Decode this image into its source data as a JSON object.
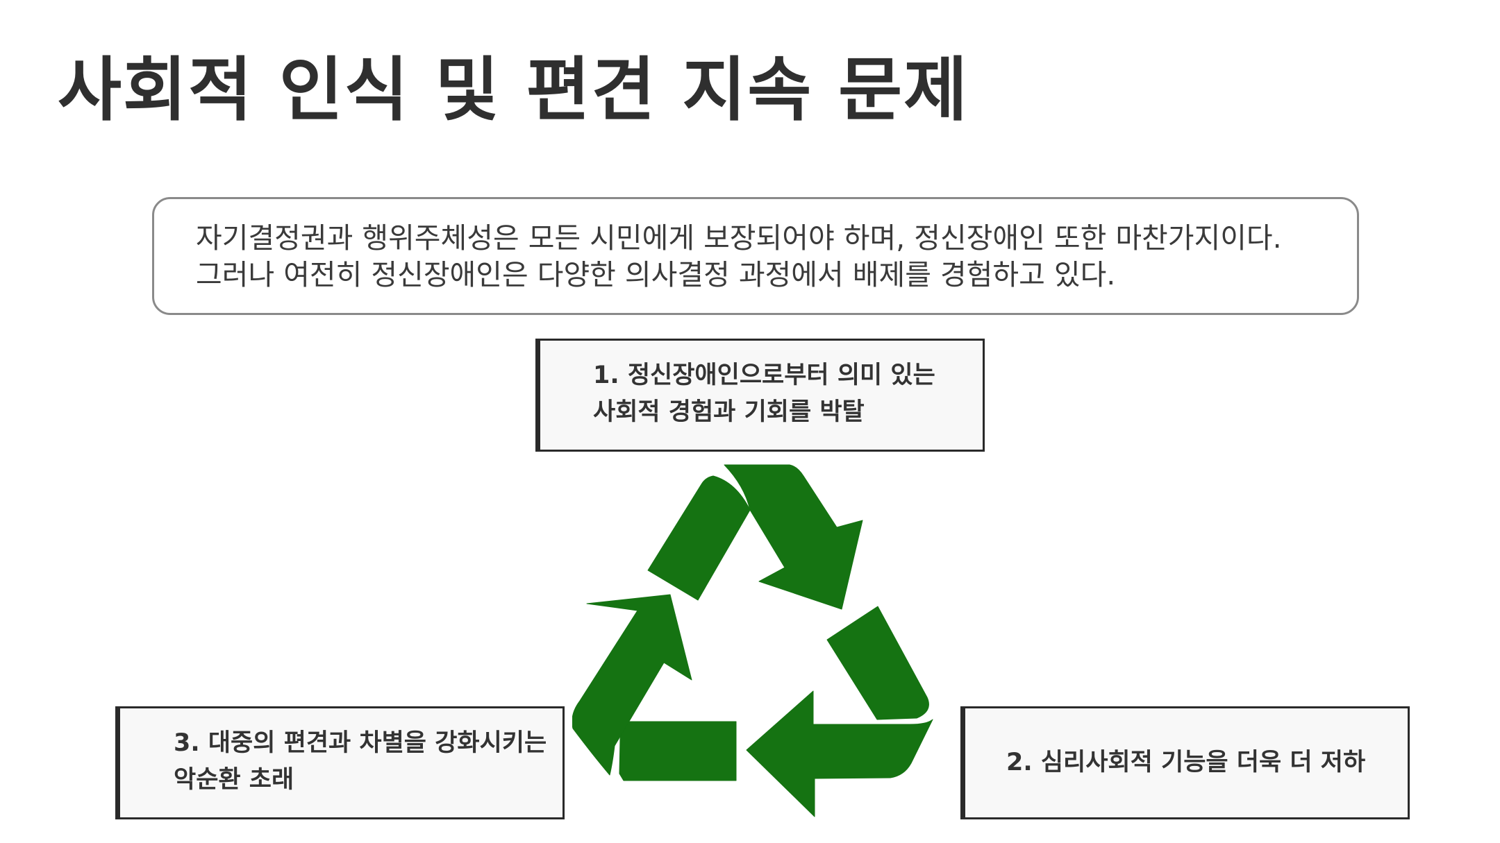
{
  "title": "사회적 인식 및 편견 지속 문제",
  "intro": {
    "line1": "자기결정권과 행위주체성은 모든 시민에게 보장되어야 하며, 정신장애인 또한 마찬가지이다.",
    "line2": "그러나 여전히 정신장애인은 다양한 의사결정 과정에서 배제를 경험하고 있다."
  },
  "steps": [
    {
      "line1": "1. 정신장애인으로부터 의미 있는",
      "line2": "사회적 경험과 기회를 박탈"
    },
    {
      "line1": "2. 심리사회적 기능을 더욱 더 저하",
      "line2": ""
    },
    {
      "line1": "3. 대중의 편견과 차별을 강화시키는",
      "line2": "악순환 초래"
    }
  ],
  "icon": {
    "name": "recycle-icon",
    "color": "#157312"
  }
}
